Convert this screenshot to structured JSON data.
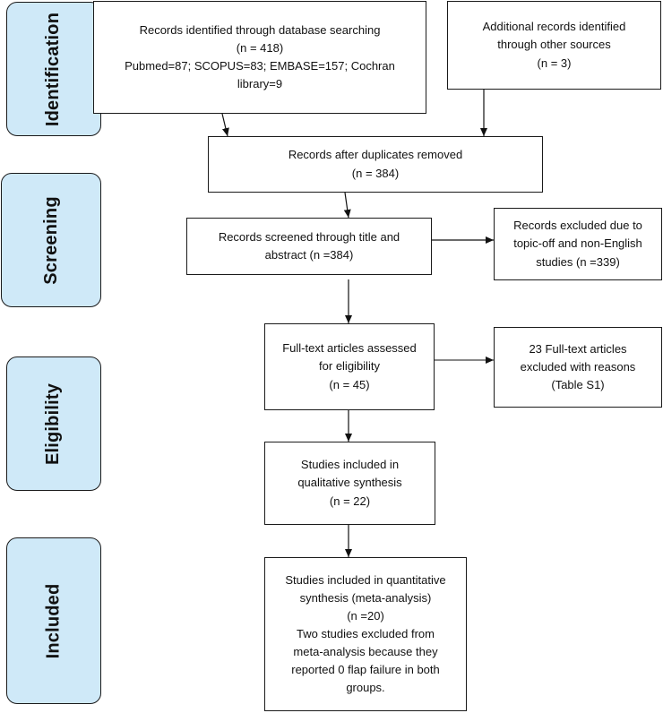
{
  "phases": [
    {
      "id": "identification",
      "label": "Identification"
    },
    {
      "id": "screening",
      "label": "Screening"
    },
    {
      "id": "eligibility",
      "label": "Eligibility"
    },
    {
      "id": "included",
      "label": "Included"
    }
  ],
  "boxes": {
    "database_search": {
      "lines": [
        "Records identified through database searching",
        "(n = 418)",
        "Pubmed=87; SCOPUS=83; EMBASE=157; Cochran",
        "library=9"
      ]
    },
    "other_sources": {
      "lines": [
        "Additional records identified",
        "through other sources",
        "(n = 3)"
      ]
    },
    "duplicates_removed": {
      "lines": [
        "Records after duplicates removed",
        "(n = 384)"
      ]
    },
    "screened": {
      "lines": [
        "Records screened through title and",
        "abstract (n =384)"
      ]
    },
    "excluded_screening": {
      "lines": [
        "Records excluded due to",
        "topic-off and non-English",
        "studies (n =339)"
      ]
    },
    "fulltext_assessed": {
      "lines": [
        "Full-text articles assessed",
        "for eligibility",
        "(n = 45)"
      ]
    },
    "fulltext_excluded": {
      "lines": [
        "23 Full-text articles",
        "excluded with reasons",
        "(Table S1)"
      ]
    },
    "qualitative": {
      "lines": [
        "Studies included in",
        "qualitative synthesis",
        "(n = 22)"
      ]
    },
    "quantitative": {
      "lines": [
        "Studies included in quantitative",
        "synthesis (meta-analysis)",
        "(n =20)",
        "Two studies excluded from",
        "meta-analysis because they",
        "reported 0 flap failure in both",
        "groups."
      ]
    }
  }
}
